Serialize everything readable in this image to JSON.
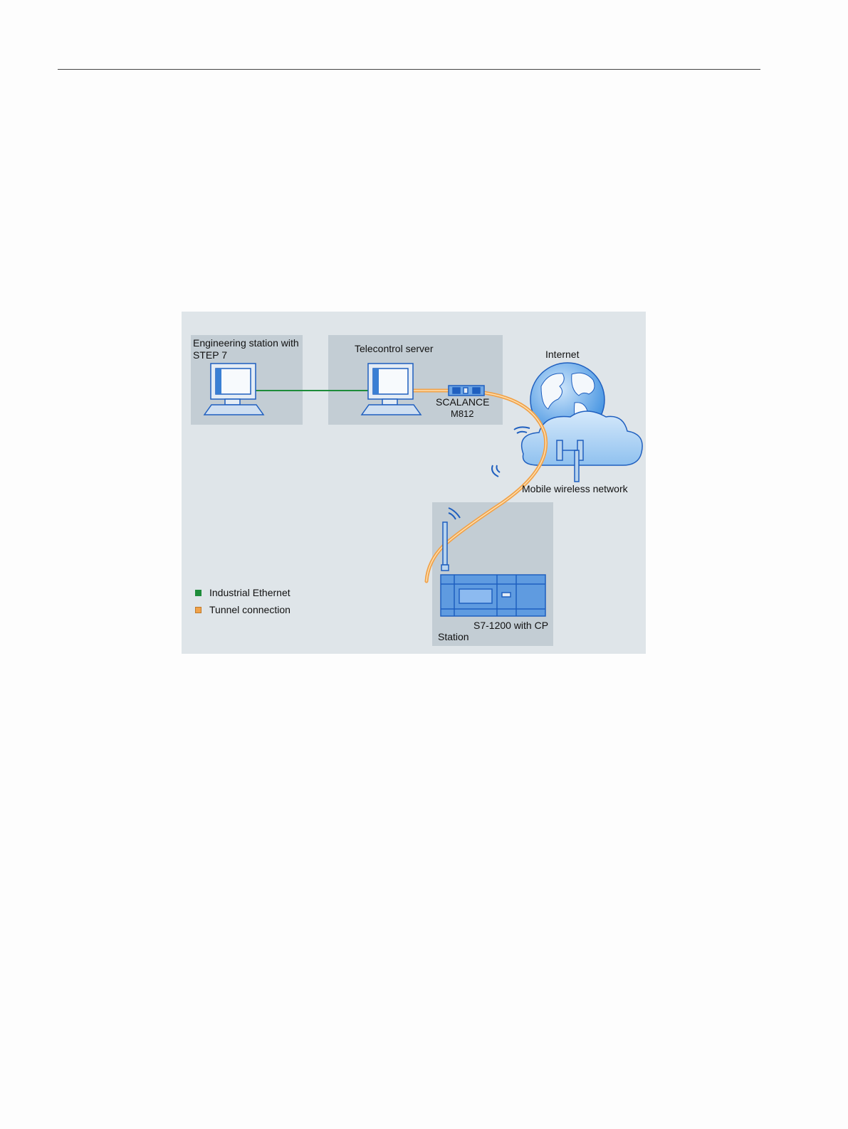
{
  "diagram": {
    "boxes": {
      "engineering": {
        "label_line1": "Engineering station with",
        "label_line2": "STEP 7"
      },
      "telecontrol": {
        "label": "Telecontrol server"
      },
      "scalance": {
        "label_line1": "SCALANCE",
        "label_line2": "M812"
      },
      "internet": {
        "label": "Internet"
      },
      "mobile": {
        "label": "Mobile wireless network"
      },
      "station": {
        "device_label": "S7-1200 with CP",
        "label": "Station"
      }
    },
    "legend": [
      {
        "label": "Industrial Ethernet",
        "color": "#1e8c3a"
      },
      {
        "label": "Tunnel connection",
        "color": "#f0a24a"
      }
    ],
    "colors": {
      "ethernet": "#1e8c3a",
      "tunnel": "#f0a24a",
      "device_blue": "#1f5fbf",
      "box_gray": "#c3cdd4",
      "panel_bg": "#dfe5e9"
    },
    "icons": [
      "monitor-icon",
      "keyboard-icon",
      "scalance-router-icon",
      "globe-icon",
      "cloud-icon",
      "cell-tower-icon",
      "antenna-icon",
      "plc-icon",
      "wifi-signal-icon"
    ]
  }
}
